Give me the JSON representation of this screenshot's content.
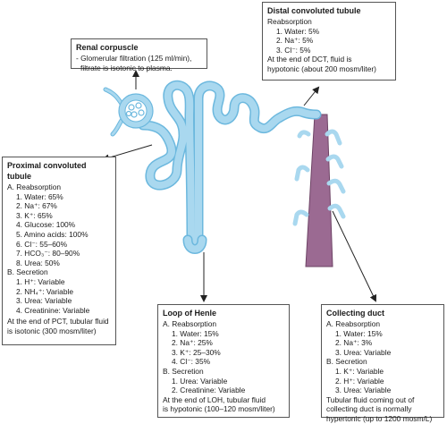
{
  "renal_corpuscle": {
    "title": "Renal corpuscle",
    "lines": [
      "- Glomerular filtration (125 ml/min),",
      "filtrate is isotonic to plasma."
    ]
  },
  "dct": {
    "title": "Distal convoluted tubule",
    "section": "Reabsorption",
    "items": [
      "1. Water: 5%",
      "2. Na⁺: 5%",
      "3. Cl⁻: 5%"
    ],
    "note_lines": [
      "At the end of DCT, fluid is",
      "hypotonic (about 200 mosm/liter)"
    ]
  },
  "pct": {
    "title": "Proximal convoluted tubule",
    "sec_a": "A. Reabsorption",
    "a_items": [
      "1. Water: 65%",
      "2. Na⁺: 67%",
      "3. K⁺: 65%",
      "4. Glucose: 100%",
      "5. Amino acids: 100%",
      "6. Cl⁻: 55–60%",
      "7. HCO₃⁻: 80–90%",
      "8. Urea: 50%"
    ],
    "sec_b": "B. Secretion",
    "b_items": [
      "1. H⁺: Variable",
      "2. NH₄⁺: Variable",
      "3. Urea: Variable",
      "4. Creatinine: Variable"
    ],
    "note_lines": [
      "At the end of PCT, tubular fluid",
      "is isotonic (300 mosm/liter)"
    ]
  },
  "loh": {
    "title": "Loop of Henle",
    "sec_a": "A. Reabsorption",
    "a_items": [
      "1. Water: 15%",
      "2. Na⁺: 25%",
      "3. K⁺: 25–30%",
      "4. Cl⁻: 35%"
    ],
    "sec_b": "B. Secretion",
    "b_items": [
      "1. Urea: Variable",
      "2. Creatinine: Variable"
    ],
    "note_lines": [
      "At the end of LOH, tubular fluid",
      "is hypotonic (100–120 mosm/liter)"
    ]
  },
  "collecting": {
    "title": "Collecting duct",
    "sec_a": "A. Reabsorption",
    "a_items": [
      "1. Water: 15%",
      "2. Na⁺: 3%",
      "3. Urea: Variable"
    ],
    "sec_b": "B. Secretion",
    "b_items": [
      "1. K⁺: Variable",
      "2. H⁺: Variable",
      "3. Urea: Variable"
    ],
    "note_lines": [
      "Tubular fluid coming out of",
      "collecting duct is normally",
      "hypertonic (up to 1200 mosm/L)"
    ]
  },
  "colors": {
    "tubule": "#a9d8ef",
    "tubule_edge": "#6cb8de",
    "duct": "#9b6a92",
    "duct_edge": "#6e4466",
    "border": "#555555"
  }
}
